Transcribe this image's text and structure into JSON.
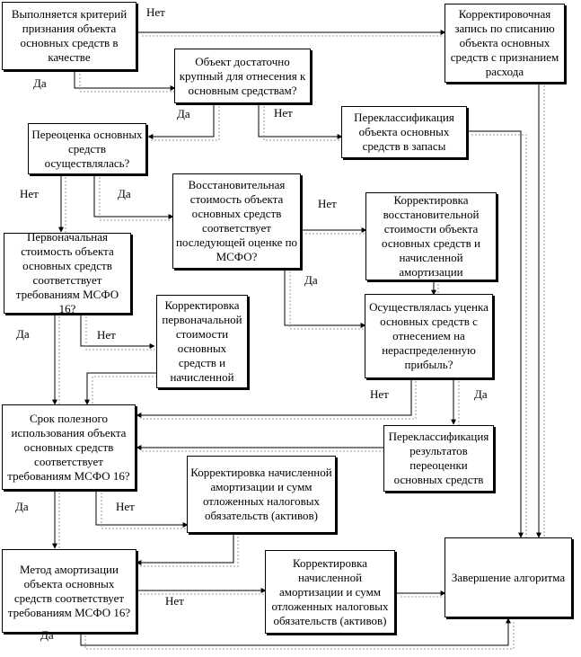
{
  "nodes": {
    "criteria": "Выполняется критерий признания объекта основных средств в качестве",
    "writeoff": "Корректировочная запись по списанию объекта основных средств с признанием расхода",
    "large_enough": "Объект достаточно крупный для отнесения к основным средствам?",
    "revaluation": "Переоценка основных средств осуществлялась?",
    "reclass_inventory": "Переклассификация объекта основных средств в запасы",
    "replacement_cost": "Восстановительная стоимость объекта основных средств соответствует последующей оценке по МСФО?",
    "adjust_replacement": "Корректировка восстановительной стоимости объекта основных средств и начисленной амортизации",
    "initial_cost": "Первоначальная стоимость объекта основных средств соответствует требованиям МСФО 16?",
    "adjust_initial": "Корректировка первоначальной стоимости основных средств и начисленной",
    "undistributed": "Осуществлялась уценка основных средств с отнесением на нераспределенную прибыль?",
    "useful_life": "Срок полезного использования объекта основных средств соответствует требованиям МСФО 16?",
    "reclass_results": "Переклассификация результатов переоценки основных средств",
    "adjust_deprec_1": "Корректировка начисленной амортизации и сумм отложенных налоговых обязательств (активов)",
    "method": "Метод амортизации объекта основных средств соответствует требованиям МСФО 16?",
    "adjust_deprec_2": "Корректировка начисленной амортизации и сумм отложенных налоговых обязательств (активов)",
    "end": "Завершение алгоритма"
  },
  "labels": {
    "yes": "Да",
    "no": "Нет"
  }
}
